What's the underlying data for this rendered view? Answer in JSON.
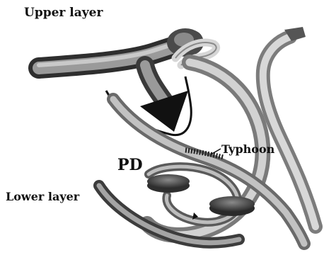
{
  "labels": {
    "upper_layer": "Upper layer",
    "typhoon": "Typhoon",
    "pd": "PD",
    "lower_layer": "Lower layer"
  },
  "colors": {
    "background": "#ffffff",
    "tube_dark": "#555555",
    "tube_mid": "#8a8a8a",
    "tube_light": "#c4c4c4",
    "arrow": "#111111",
    "text": "#111111"
  }
}
